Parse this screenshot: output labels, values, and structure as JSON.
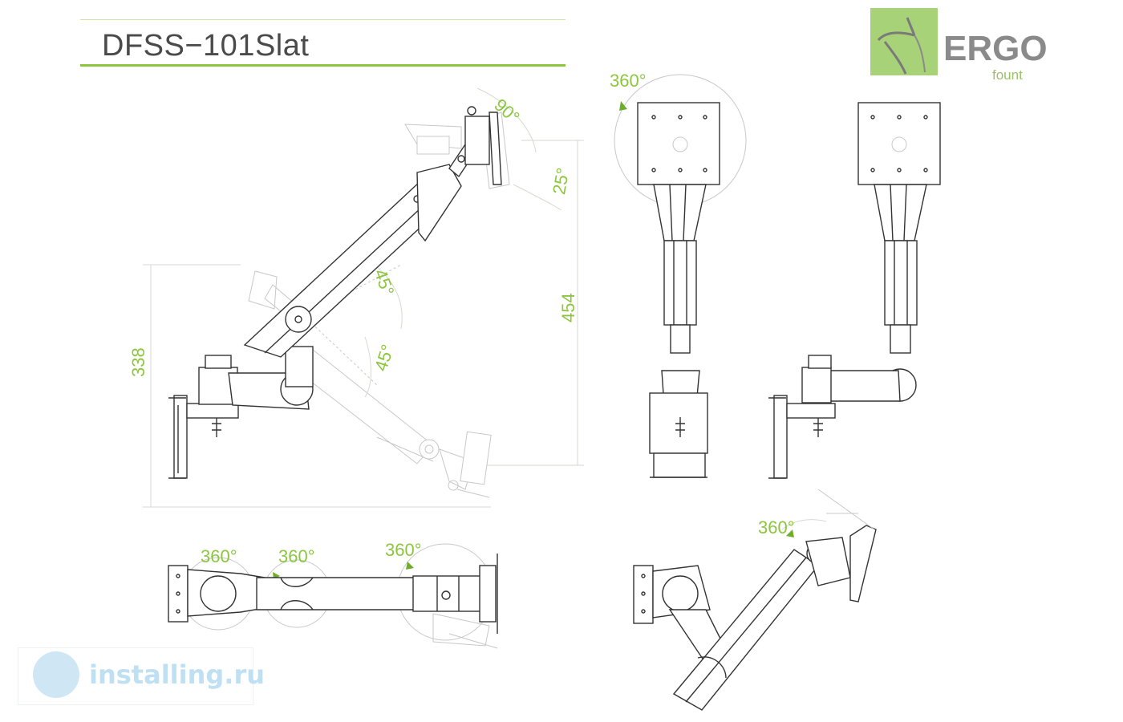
{
  "title": "DFSS−101Slat",
  "logo": {
    "word": "ERGO",
    "sub": "fount"
  },
  "watermark": {
    "text": "installing.ru"
  },
  "dimensions": {
    "height_total": "454",
    "height_base": "338"
  },
  "angles": {
    "tilt_up": "90°",
    "tilt_down": "25°",
    "arm_up": "45°",
    "arm_down": "45°",
    "front_rotation": "360°",
    "top_rot_1": "360°",
    "top_rot_2": "360°",
    "top_rot_3": "360°",
    "iso_rotation": "360°"
  },
  "colors": {
    "accent": "#8cc63f",
    "line": "#333333",
    "ghost": "#c8c8c8"
  }
}
